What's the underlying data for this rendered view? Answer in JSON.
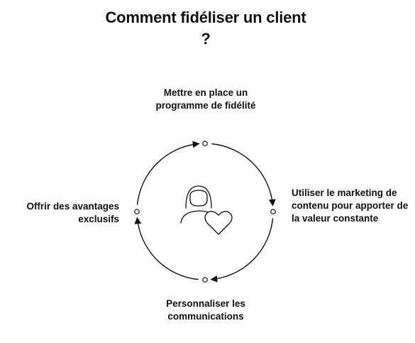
{
  "title": "Comment fidéliser un client ?",
  "steps": [
    {
      "position": "top",
      "label": "Mettre en place un programme de fidélité"
    },
    {
      "position": "right",
      "label": "Utiliser le marketing de contenu pour apporter de la valeur constante"
    },
    {
      "position": "bottom",
      "label": "Personnaliser les communications"
    },
    {
      "position": "left",
      "label": "Offrir des avantages exclusifs"
    }
  ],
  "center_icon": "customer-heart-icon",
  "colors": {
    "stroke": "#111111",
    "background": "#ffffff"
  }
}
